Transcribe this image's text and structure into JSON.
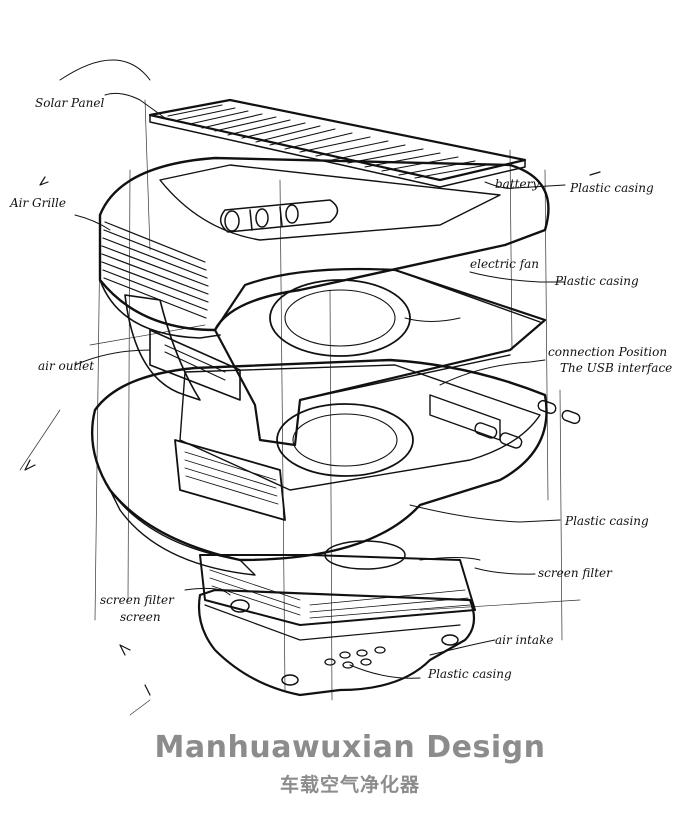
{
  "labels": {
    "solar_panel": "Solar Panel",
    "air_grille": "Air Grille",
    "battery": "battery",
    "plastic_casing_top": "Plastic casing",
    "electric_fan": "electric fan",
    "plastic_casing_fan": "Plastic casing",
    "connection_position": "connection Position",
    "usb_interface": "The USB interface",
    "air_outlet": "air outlet",
    "plastic_casing_mid": "Plastic casing",
    "screen_filter_right": "screen filter",
    "screen_filter_left_1": "screen filter",
    "screen_filter_left_2": "screen",
    "air_intake": "air intake",
    "plastic_casing_base": "Plastic casing"
  },
  "brand": {
    "name_en": "Manhuawuxian Design",
    "name_cn": "车载空气净化器"
  }
}
